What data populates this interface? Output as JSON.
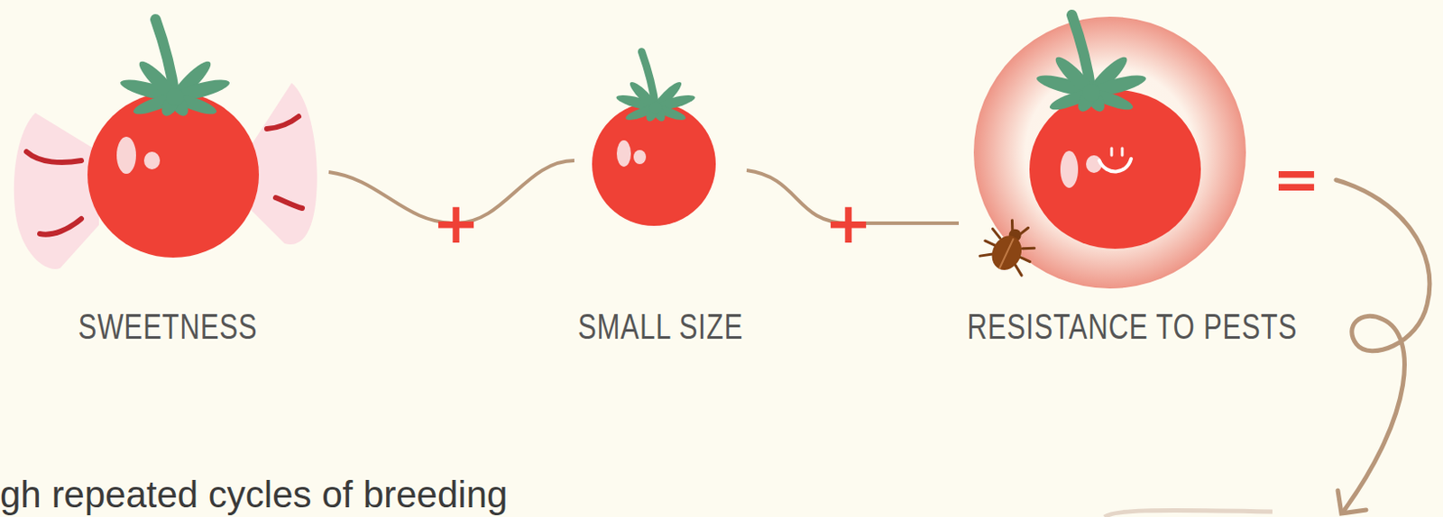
{
  "diagram": {
    "nodes": [
      {
        "text": [
          "SWEETNESS"
        ]
      },
      {
        "text": [
          "SMALL SIZE"
        ]
      },
      {
        "text": [
          "RESISTANCE TO PESTS"
        ]
      }
    ],
    "edges": [
      {
        "from": 0,
        "to": 1,
        "arrow": "none",
        "label": "+"
      },
      {
        "from": 1,
        "to": 2,
        "arrow": "none",
        "label": "+"
      }
    ],
    "labels": [
      "=",
      "gh repeated cycles of breeding"
    ]
  }
}
